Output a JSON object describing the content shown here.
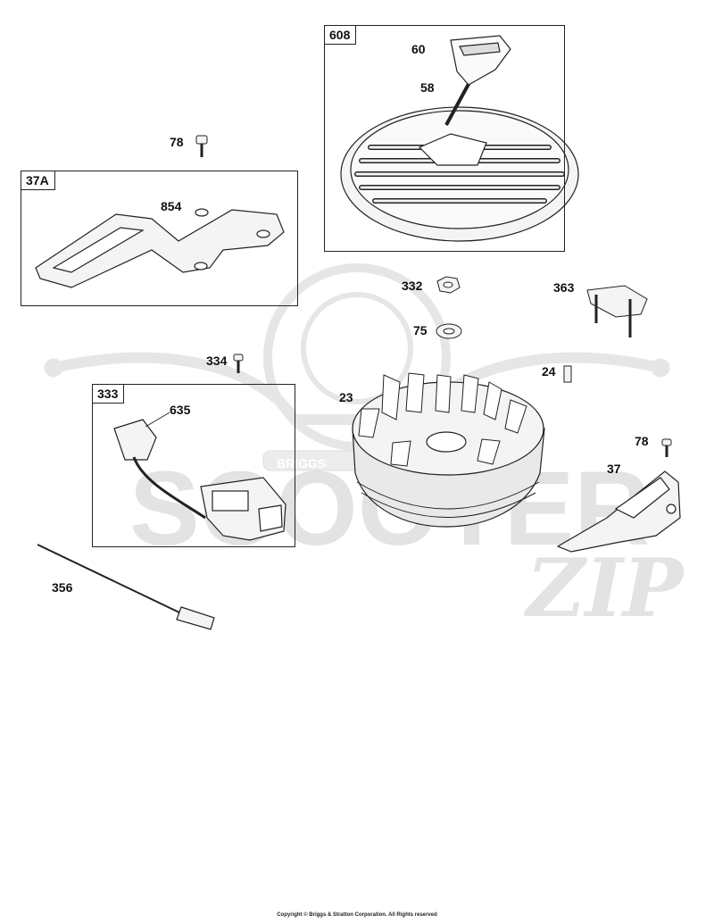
{
  "boxes": {
    "starter": "608",
    "shield": "37A",
    "ignition": "333"
  },
  "callouts": {
    "p60": "60",
    "p58": "58",
    "p78_top": "78",
    "p854": "854",
    "p332": "332",
    "p363": "363",
    "p75": "75",
    "p334": "334",
    "p24": "24",
    "p23": "23",
    "p635": "635",
    "p78_right": "78",
    "p37": "37",
    "p356": "356"
  },
  "watermark": {
    "main": "SCOOTER",
    "script": "ZIP",
    "badge": "BRIGGS"
  },
  "copyright": "Copyright © Briggs & Stratton Corporation. All Rights reserved",
  "colors": {
    "line": "#222222",
    "watermark": "#e3e3e3",
    "part_fill": "#f4f4f4"
  }
}
